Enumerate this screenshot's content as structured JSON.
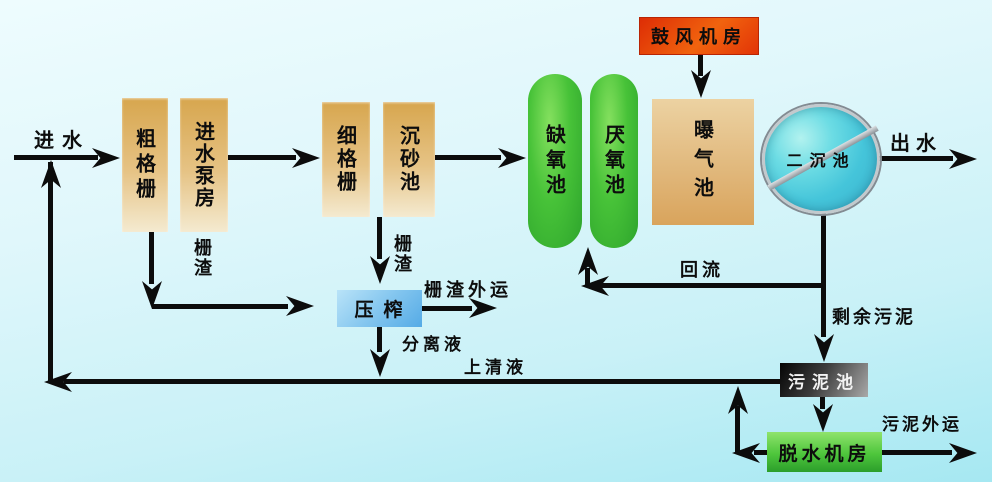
{
  "diagram_type": "wastewater-treatment-process-flow",
  "nodes": {
    "coarse_screen": {
      "label": "粗格栅",
      "fill": "#e6c385"
    },
    "inlet_pump_house": {
      "label": "进水泵房",
      "fill": "#e6c385"
    },
    "fine_screen": {
      "label": "细格栅",
      "fill": "#e6c385"
    },
    "grit_chamber": {
      "label": "沉砂池",
      "fill": "#e6c385"
    },
    "anoxic_tank": {
      "label": "缺氧池",
      "fill": "#47c238"
    },
    "anaerobic_tank": {
      "label": "厌氧池",
      "fill": "#47c238"
    },
    "aeration_tank": {
      "label": "曝气池",
      "fill": "#e0b679"
    },
    "blower_room": {
      "label": "鼓风机房",
      "fill": "#e8430a"
    },
    "secondary_clarifier": {
      "label": "二沉池",
      "fill": "#45c5da"
    },
    "press": {
      "label": "压榨",
      "fill": "#84c6ef"
    },
    "sludge_tank": {
      "label": "污泥池",
      "fill": "#3c3c3c"
    },
    "dewatering_room": {
      "label": "脱水机房",
      "fill": "#4ec63c"
    }
  },
  "flow_labels": {
    "influent": "进水",
    "effluent": "出水",
    "screen_residue_coarse": "栅渣",
    "screen_residue_fine": "栅渣",
    "residue_transport_out": "栅渣外运",
    "separated_liquid": "分离液",
    "supernatant": "上清液",
    "return_flow": "回流",
    "excess_sludge": "剩余污泥",
    "sludge_transport_out": "污泥外运"
  },
  "edges": [
    {
      "from": "influent",
      "to": "coarse_screen",
      "label": "进水"
    },
    {
      "from": "inlet_pump_house",
      "to": "fine_screen",
      "label": ""
    },
    {
      "from": "grit_chamber",
      "to": "anoxic_tank",
      "label": ""
    },
    {
      "from": "blower_room",
      "to": "aeration_tank",
      "label": ""
    },
    {
      "from": "secondary_clarifier",
      "to": "effluent",
      "label": "出水"
    },
    {
      "from": "coarse_screen",
      "to": "press",
      "label": "栅渣"
    },
    {
      "from": "fine_screen",
      "to": "press",
      "label": "栅渣"
    },
    {
      "from": "press",
      "to": "out",
      "label": "栅渣外运"
    },
    {
      "from": "press",
      "to": "supernatant_line",
      "label": "分离液"
    },
    {
      "from": "secondary_clarifier",
      "to": "anaerobic_tank",
      "label": "回流"
    },
    {
      "from": "secondary_clarifier",
      "to": "sludge_tank",
      "label": "剩余污泥"
    },
    {
      "from": "sludge_tank",
      "to": "influent_line",
      "label": "上清液"
    },
    {
      "from": "sludge_tank",
      "to": "dewatering_room",
      "label": ""
    },
    {
      "from": "dewatering_room",
      "to": "out",
      "label": "污泥外运"
    },
    {
      "from": "dewatering_room",
      "to": "supernatant_line",
      "label": ""
    }
  ],
  "colors": {
    "background_top": "#eefcfe",
    "background_bottom": "#a6e8f2",
    "line": "#0c0c0c",
    "tan_box": "#e6c385",
    "green_pill": "#47c238",
    "red_box": "#e8430a",
    "blue_box": "#84c6ef",
    "dark_box": "#3c3c3c",
    "green_box": "#4ec63c",
    "clarifier_water": "#45c5da"
  }
}
